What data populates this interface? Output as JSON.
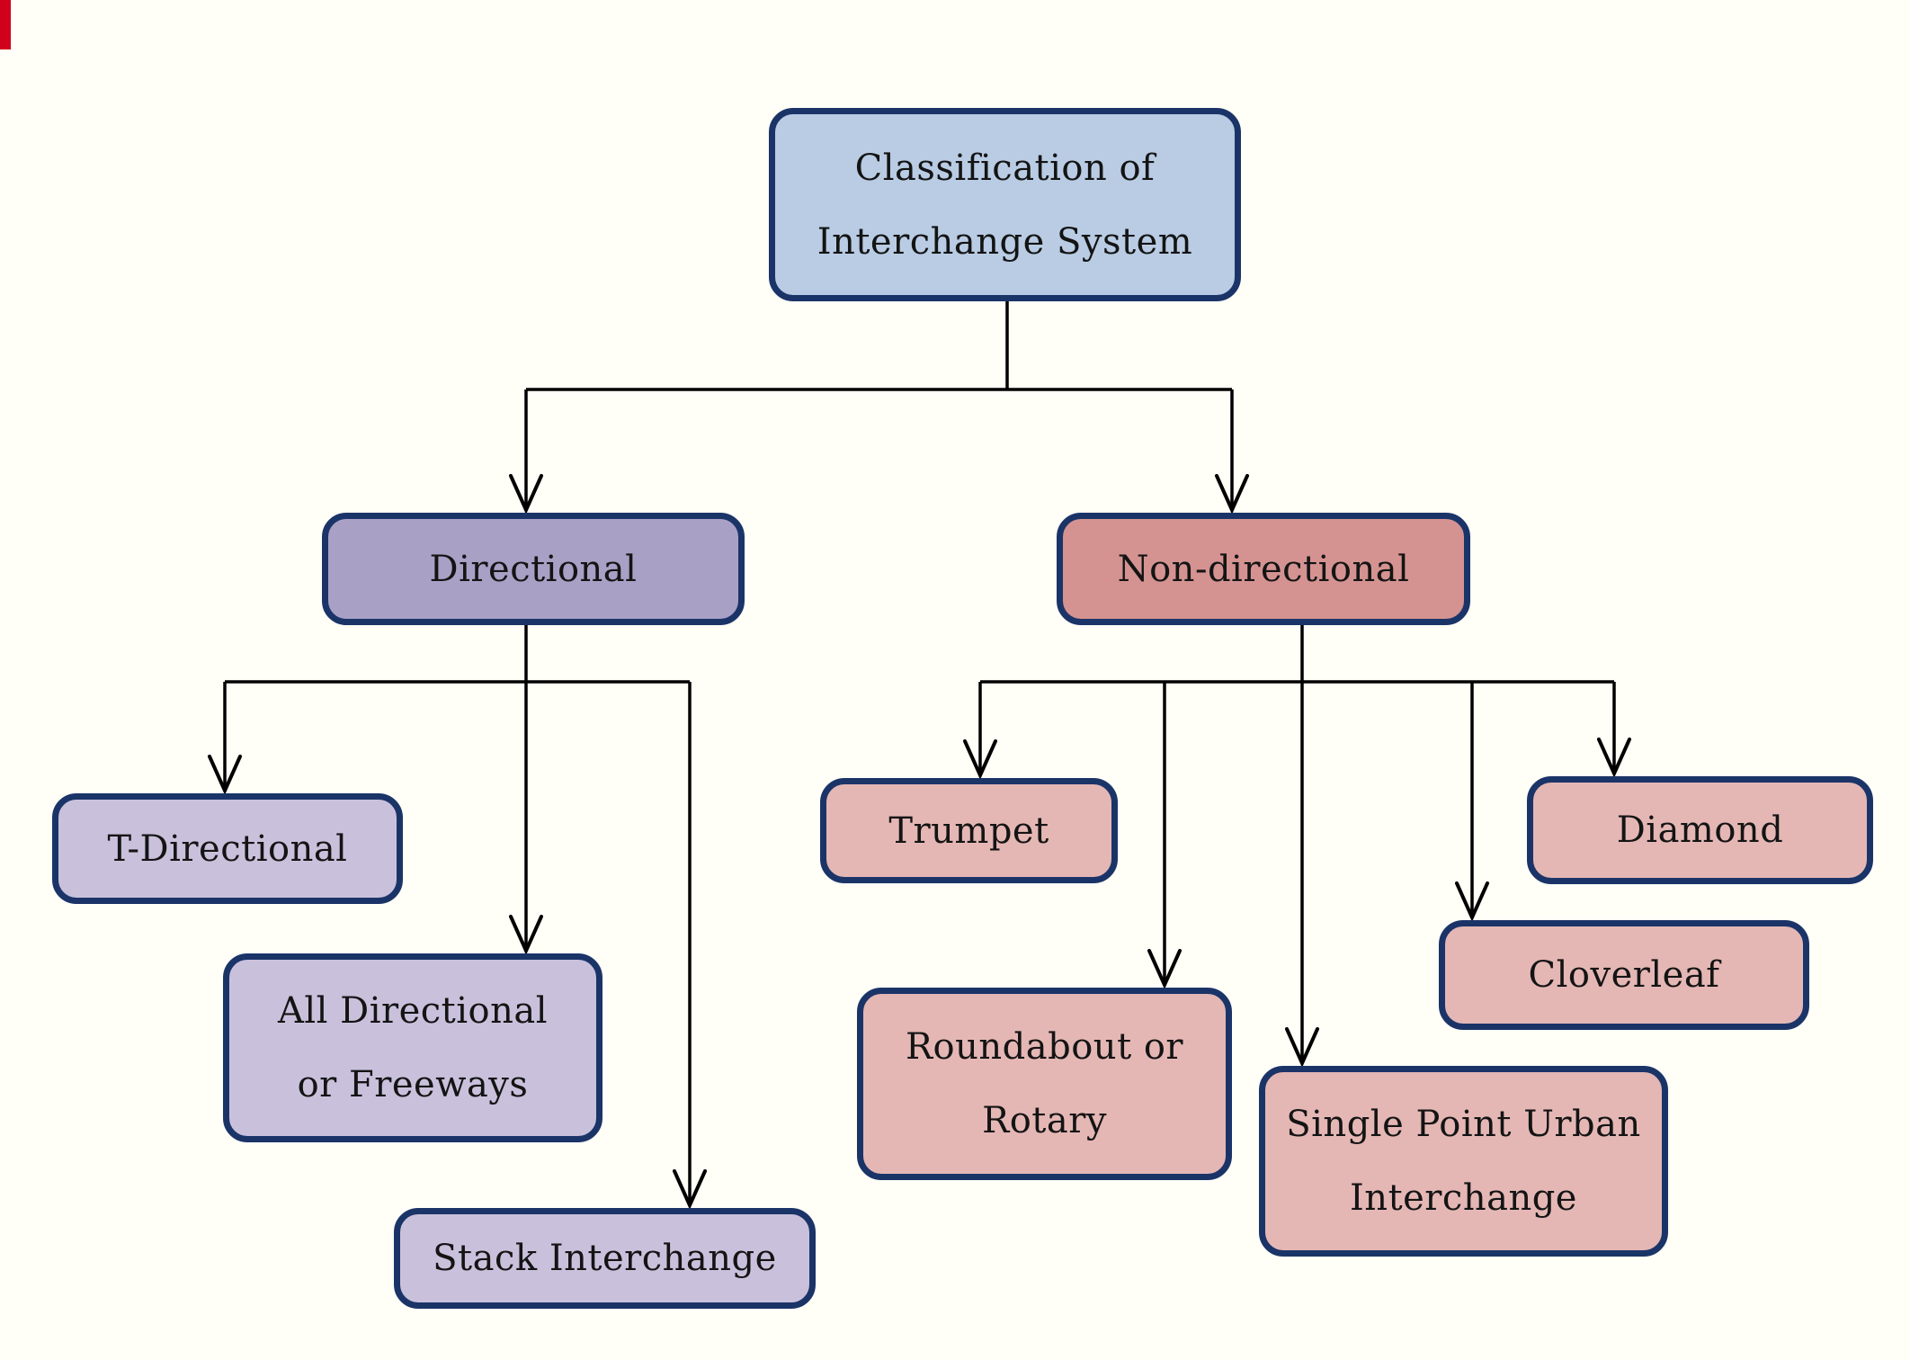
{
  "palette": {
    "page_bg": "#fffef7",
    "border_navy": "#1b3468",
    "connector": "#000000",
    "root_fill": "#b9cce4",
    "branch_purple_fill": "#a9a0c6",
    "branch_pink_fill": "#d49391",
    "leaf_purple_fill": "#c9c1dc",
    "leaf_pink_fill": "#e4b7b5",
    "text_color": "#141414",
    "artifact_red": "#d0021b"
  },
  "nodes": {
    "root": {
      "lines": [
        "Classification of",
        "Interchange System"
      ]
    },
    "directional": {
      "lines": [
        "Directional"
      ]
    },
    "nondirectional": {
      "lines": [
        "Non-directional"
      ]
    },
    "tdirectional": {
      "lines": [
        "T-Directional"
      ]
    },
    "alldirectional": {
      "lines": [
        "All Directional",
        "or Freeways"
      ]
    },
    "stack": {
      "lines": [
        "Stack Interchange"
      ]
    },
    "trumpet": {
      "lines": [
        "Trumpet"
      ]
    },
    "roundabout": {
      "lines": [
        "Roundabout or",
        "Rotary"
      ]
    },
    "spui": {
      "lines": [
        "Single Point Urban",
        "Interchange"
      ]
    },
    "cloverleaf": {
      "lines": [
        "Cloverleaf"
      ]
    },
    "diamond": {
      "lines": [
        "Diamond"
      ]
    }
  },
  "edges": [
    {
      "from": "root",
      "to": "directional"
    },
    {
      "from": "root",
      "to": "nondirectional"
    },
    {
      "from": "directional",
      "to": "tdirectional"
    },
    {
      "from": "directional",
      "to": "alldirectional"
    },
    {
      "from": "directional",
      "to": "stack"
    },
    {
      "from": "nondirectional",
      "to": "trumpet"
    },
    {
      "from": "nondirectional",
      "to": "roundabout"
    },
    {
      "from": "nondirectional",
      "to": "spui"
    },
    {
      "from": "nondirectional",
      "to": "cloverleaf"
    },
    {
      "from": "nondirectional",
      "to": "diamond"
    }
  ]
}
